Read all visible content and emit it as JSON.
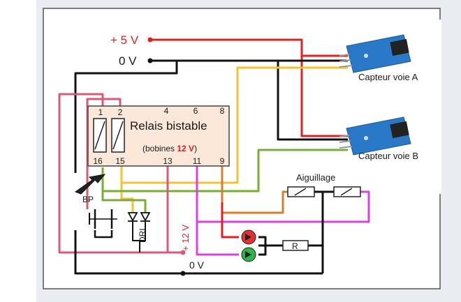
{
  "supply": {
    "plus5v": "+ 5 V",
    "zero_v_top": "0 V",
    "plus12v": "+ 12 V",
    "zero_v_bottom": "0 V"
  },
  "relay": {
    "title": "Relais bistable",
    "subtitle_prefix": "(bobines ",
    "subtitle_value": "12 V",
    "subtitle_suffix": ")",
    "pins_top": [
      "1",
      "2",
      "4",
      "6",
      "8"
    ],
    "pins_bottom": [
      "16",
      "15",
      "13",
      "11",
      "9"
    ]
  },
  "components": {
    "push_button": "BP",
    "diodes": "DRL",
    "turnout": "Aiguillage",
    "resistor": "R"
  },
  "sensors": [
    {
      "label": "Capteur voie A"
    },
    {
      "label": "Capteur voie B"
    }
  ],
  "colors": {
    "red_wire": "#e02020",
    "black_wire": "#111111",
    "yellow_wire": "#f2c230",
    "green_wire": "#79ad35",
    "pink_wire": "#d85a78",
    "magenta_wire": "#dd3fdd",
    "orange_wire": "#d08030",
    "relay_fill": "#fbe8d8",
    "sensor_board": "#2a78c8",
    "led_red": "#e53030",
    "led_green": "#2fb34a"
  }
}
